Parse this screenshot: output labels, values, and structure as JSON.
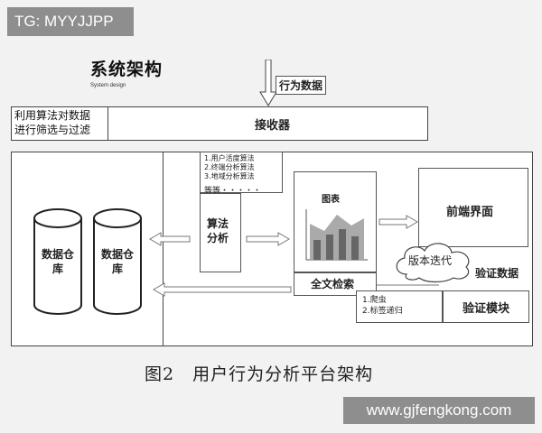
{
  "watermarks": {
    "tg": "TG: MYYJJPP",
    "site": "www.gjfengkong.com"
  },
  "diagram": {
    "title": "系统架构",
    "subtitle": "System design",
    "input_label": "行为数据",
    "receiver_label": "接收器",
    "filter_note": [
      "利用算法对数据",
      "进行筛选与过滤"
    ],
    "databases": [
      "数据仓库",
      "数据仓库"
    ],
    "algo_list": [
      "1.用户活度算法",
      "2.终端分析算法",
      "3.地域分析算法",
      "等等・・・・・"
    ],
    "algo_label": "算法分析",
    "chart_label": "图表",
    "search_label": "全文检索",
    "frontend_label": "前端界面",
    "iteration_label": "版本迭代",
    "verify_data_label": "验证数据",
    "verify_items": [
      "1.爬虫",
      "2.标签递归"
    ],
    "verify_module_label": "验证模块"
  },
  "caption": "图2　用户行为分析平台架构",
  "colors": {
    "background": "#f2f2f2",
    "panel": "#ffffff",
    "line": "#444444",
    "watermark_bg": "#8e8e8e",
    "chart_bar": "#666666",
    "chart_area": "#999999"
  }
}
